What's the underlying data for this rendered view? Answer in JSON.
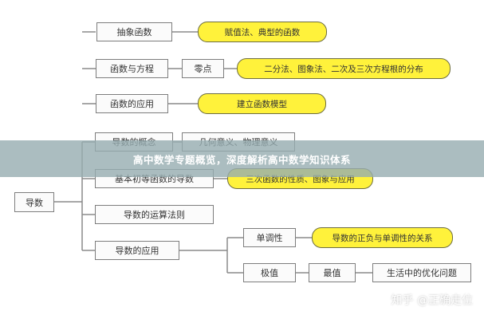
{
  "diagram": {
    "left_node": "导数",
    "rows": [
      {
        "topic": "抽象函数",
        "notes": [
          "赋值法、典型的函数"
        ]
      },
      {
        "topic": "函数与方程",
        "sub": "零点",
        "notes": [
          "二分法、图象法、二次及三次方程根的分布"
        ]
      },
      {
        "topic": "函数的应用",
        "notes": [
          "建立函数模型"
        ]
      },
      {
        "topic": "导数的概念",
        "notes": [
          "几何意义、物理意义"
        ]
      },
      {
        "topic": "基本初等函数的导数",
        "notes": [
          "三次函数的性质、图象与应用"
        ]
      },
      {
        "topic": "导数的运算法则"
      },
      {
        "topic": "导数的应用",
        "branches": [
          "单调性",
          "极值"
        ],
        "notes": [
          "导数的正负与单调性的关系",
          "最值",
          "生活中的优化问题"
        ]
      }
    ]
  },
  "banner": {
    "title": "高中数学专题概览，深度解析高中数学知识体系"
  },
  "watermark": {
    "text": "知乎 @正确走位"
  }
}
